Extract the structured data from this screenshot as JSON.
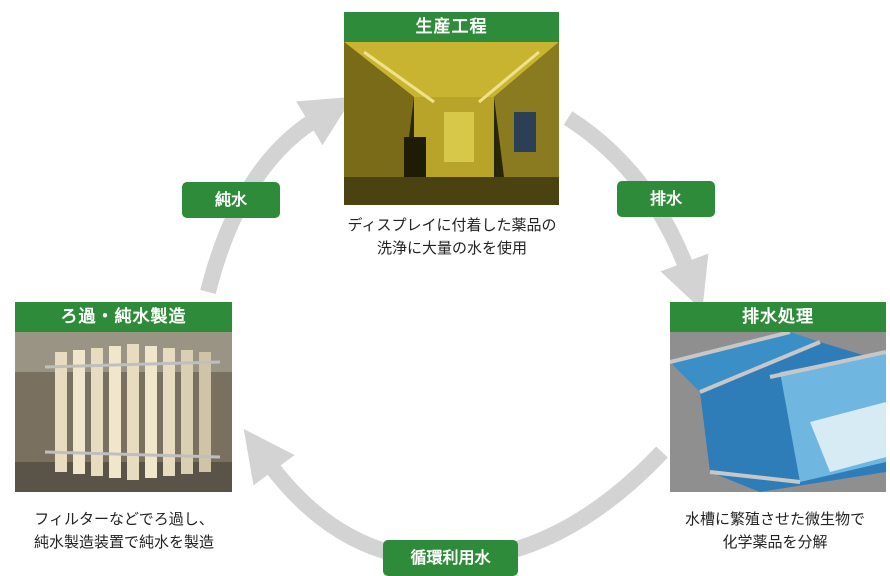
{
  "nodes": {
    "production": {
      "title": "生産工程",
      "description": [
        "ディスプレイに付着した薬品の",
        "洗浄に大量の水を使用"
      ]
    },
    "wastewater_treatment": {
      "title": "排水処理",
      "description": [
        "水槽に繁殖させた微生物で",
        "化学薬品を分解"
      ]
    },
    "filtration": {
      "title": "ろ過・純水製造",
      "description": [
        "フィルターなどでろ過し、",
        "純水製造装置で純水を製造"
      ]
    }
  },
  "arrow_labels": {
    "wastewater": "排水",
    "pure_water": "純水",
    "recycled_water": "循環利用水"
  },
  "colors": {
    "label_green": "#2e8b3a",
    "arrow_gray": "#d3d3d3"
  }
}
